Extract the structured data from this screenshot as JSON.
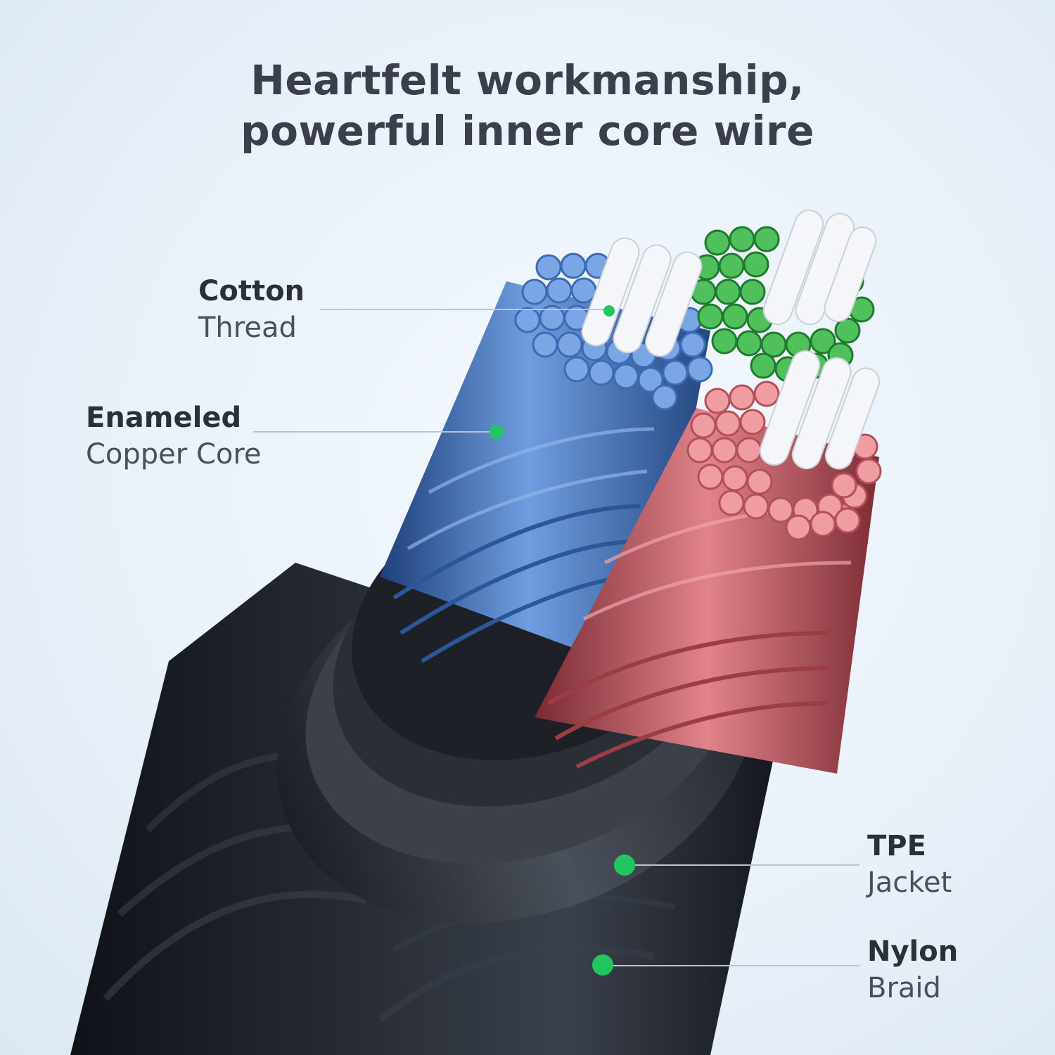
{
  "headline": {
    "line1": "Heartfelt workmanship,",
    "line2": "powerful inner core wire"
  },
  "callouts": {
    "cotton": {
      "bold": "Cotton",
      "light": "Thread"
    },
    "copper": {
      "bold": "Enameled",
      "light": "Copper Core"
    },
    "tpe": {
      "bold": "TPE",
      "light": "Jacket"
    },
    "nylon": {
      "bold": "Nylon",
      "light": "Braid"
    }
  },
  "colors": {
    "marker": "#22c55e",
    "blue_strand": "#4f7ed0",
    "green_strand": "#3aa84a",
    "red_strand": "#d46a74",
    "jacket": "#2c3038"
  }
}
